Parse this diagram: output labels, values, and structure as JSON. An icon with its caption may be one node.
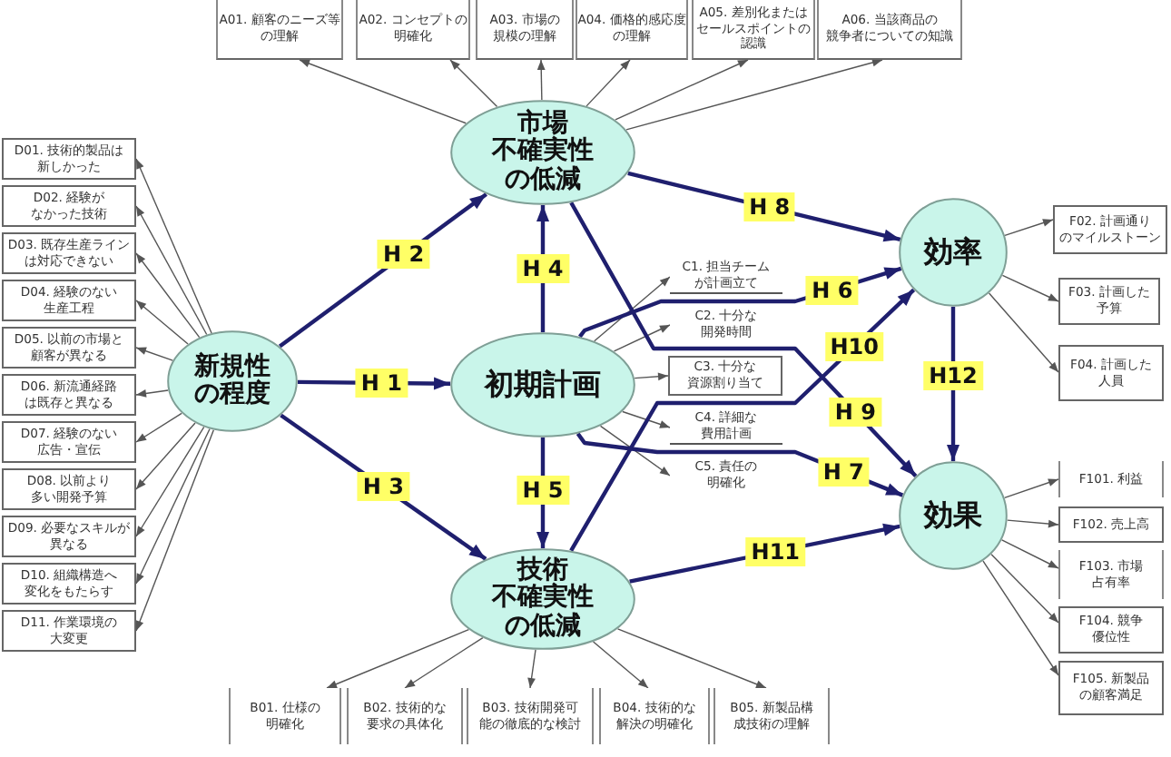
{
  "diagram": {
    "nodes": [
      {
        "text": [
          "A01. 顧客のニーズ等の理解"
        ]
      },
      {
        "text": [
          "A02. コンセプトの明確化"
        ]
      },
      {
        "text": [
          "A03. 市場の規模の理解"
        ]
      },
      {
        "text": [
          "A04. 価格的感応度の理解"
        ]
      },
      {
        "text": [
          "A05. 差別化またはセールスポイントの認識"
        ]
      },
      {
        "text": [
          "A06. 当該商品の競争者についての知識"
        ]
      },
      {
        "text": [
          "市場不確実性の低減"
        ]
      },
      {
        "text": [
          "D01. 技術的製品は新しかった"
        ]
      },
      {
        "text": [
          "D02. 経験がなかった技術"
        ]
      },
      {
        "text": [
          "D03. 既存生産ラインは対応できない"
        ]
      },
      {
        "text": [
          "D04. 経験のない生産工程"
        ]
      },
      {
        "text": [
          "D05. 以前の市場と顧客が異なる"
        ]
      },
      {
        "text": [
          "D06. 新流通経路は既存と異なる"
        ]
      },
      {
        "text": [
          "D07. 経験のない広告・宣伝"
        ]
      },
      {
        "text": [
          "D08. 以前より多い開発予算"
        ]
      },
      {
        "text": [
          "D09. 必要なスキルが異なる"
        ]
      },
      {
        "text": [
          "D10. 組織構造へ変化をもたらす"
        ]
      },
      {
        "text": [
          "D11. 作業環境の大変更"
        ]
      },
      {
        "text": [
          "新規性の程度"
        ]
      },
      {
        "text": [
          "初期計画"
        ]
      },
      {
        "text": [
          "C1. 担当チームが計画立て"
        ]
      },
      {
        "text": [
          "C2. 十分な開発時間"
        ]
      },
      {
        "text": [
          "C3. 十分な資源割り当て"
        ]
      },
      {
        "text": [
          "C4. 詳細な費用計画"
        ]
      },
      {
        "text": [
          "C5. 責任の明確化"
        ]
      },
      {
        "text": [
          "効率"
        ]
      },
      {
        "text": [
          "F02. 計画通りのマイルストーン"
        ]
      },
      {
        "text": [
          "F03. 計画した予算"
        ]
      },
      {
        "text": [
          "F04. 計画した人員"
        ]
      },
      {
        "text": [
          "効果"
        ]
      },
      {
        "text": [
          "F101. 利益"
        ]
      },
      {
        "text": [
          "F102. 売上高"
        ]
      },
      {
        "text": [
          "F103. 市場占有率"
        ]
      },
      {
        "text": [
          "F104. 競争優位性"
        ]
      },
      {
        "text": [
          "F105. 新製品の顧客満足"
        ]
      },
      {
        "text": [
          "技術不確実性の低減"
        ]
      },
      {
        "text": [
          "B01. 仕様の明確化"
        ]
      },
      {
        "text": [
          "B02. 技術的な要求の具体化"
        ]
      },
      {
        "text": [
          "B03. 技術開発可能の徹底的な検討"
        ]
      },
      {
        "text": [
          "B04. 技術的な解決の明確化"
        ]
      },
      {
        "text": [
          "B05. 新製品構成技術の理解"
        ]
      }
    ],
    "edges": [
      {
        "from": 6,
        "to": 0,
        "arrow": "to"
      },
      {
        "from": 6,
        "to": 1,
        "arrow": "to"
      },
      {
        "from": 6,
        "to": 2,
        "arrow": "to"
      },
      {
        "from": 6,
        "to": 3,
        "arrow": "to"
      },
      {
        "from": 6,
        "to": 4,
        "arrow": "to"
      },
      {
        "from": 6,
        "to": 5,
        "arrow": "to"
      },
      {
        "from": 18,
        "to": 7,
        "arrow": "to"
      },
      {
        "from": 18,
        "to": 8,
        "arrow": "to"
      },
      {
        "from": 18,
        "to": 9,
        "arrow": "to"
      },
      {
        "from": 18,
        "to": 10,
        "arrow": "to"
      },
      {
        "from": 18,
        "to": 11,
        "arrow": "to"
      },
      {
        "from": 18,
        "to": 12,
        "arrow": "to"
      },
      {
        "from": 18,
        "to": 13,
        "arrow": "to"
      },
      {
        "from": 18,
        "to": 14,
        "arrow": "to"
      },
      {
        "from": 18,
        "to": 15,
        "arrow": "to"
      },
      {
        "from": 18,
        "to": 16,
        "arrow": "to"
      },
      {
        "from": 18,
        "to": 17,
        "arrow": "to"
      },
      {
        "from": 18,
        "to": 19,
        "arrow": "to",
        "label": "H 1",
        "style": "thick",
        "color": "#1f1f6e"
      },
      {
        "from": 18,
        "to": 6,
        "arrow": "to",
        "label": "H 2",
        "style": "thick",
        "color": "#1f1f6e"
      },
      {
        "from": 18,
        "to": 35,
        "arrow": "to",
        "label": "H 3",
        "style": "thick",
        "color": "#1f1f6e"
      },
      {
        "from": 19,
        "to": 6,
        "arrow": "to",
        "label": "H 4",
        "style": "thick",
        "color": "#1f1f6e"
      },
      {
        "from": 19,
        "to": 35,
        "arrow": "to",
        "label": "H 5",
        "style": "thick",
        "color": "#1f1f6e"
      },
      {
        "from": 19,
        "to": 20,
        "arrow": "to"
      },
      {
        "from": 19,
        "to": 21,
        "arrow": "to"
      },
      {
        "from": 19,
        "to": 22,
        "arrow": "to"
      },
      {
        "from": 19,
        "to": 23,
        "arrow": "to"
      },
      {
        "from": 19,
        "to": 24,
        "arrow": "to"
      },
      {
        "from": 19,
        "to": 25,
        "arrow": "to",
        "label": "H 6",
        "style": "thick",
        "color": "#1f1f6e"
      },
      {
        "from": 19,
        "to": 29,
        "arrow": "to",
        "label": "H 7",
        "style": "thick",
        "color": "#1f1f6e"
      },
      {
        "from": 6,
        "to": 25,
        "arrow": "to",
        "label": "H 8",
        "style": "thick",
        "color": "#1f1f6e"
      },
      {
        "from": 6,
        "to": 29,
        "arrow": "to",
        "label": "H 9",
        "style": "thick",
        "color": "#1f1f6e"
      },
      {
        "from": 35,
        "to": 25,
        "arrow": "to",
        "label": "H10",
        "style": "thick",
        "color": "#1f1f6e"
      },
      {
        "from": 35,
        "to": 29,
        "arrow": "to",
        "label": "H11",
        "style": "thick",
        "color": "#1f1f6e"
      },
      {
        "from": 25,
        "to": 29,
        "arrow": "to",
        "label": "H12",
        "style": "thick",
        "color": "#1f1f6e"
      },
      {
        "from": 25,
        "to": 26,
        "arrow": "to"
      },
      {
        "from": 25,
        "to": 27,
        "arrow": "to"
      },
      {
        "from": 25,
        "to": 28,
        "arrow": "to"
      },
      {
        "from": 29,
        "to": 30,
        "arrow": "to"
      },
      {
        "from": 29,
        "to": 31,
        "arrow": "to"
      },
      {
        "from": 29,
        "to": 32,
        "arrow": "to"
      },
      {
        "from": 29,
        "to": 33,
        "arrow": "to"
      },
      {
        "from": 29,
        "to": 34,
        "arrow": "to"
      },
      {
        "from": 35,
        "to": 36,
        "arrow": "to"
      },
      {
        "from": 35,
        "to": 37,
        "arrow": "to"
      },
      {
        "from": 35,
        "to": 38,
        "arrow": "to"
      },
      {
        "from": 35,
        "to": 39,
        "arrow": "to"
      },
      {
        "from": 35,
        "to": 40,
        "arrow": "to"
      }
    ]
  }
}
